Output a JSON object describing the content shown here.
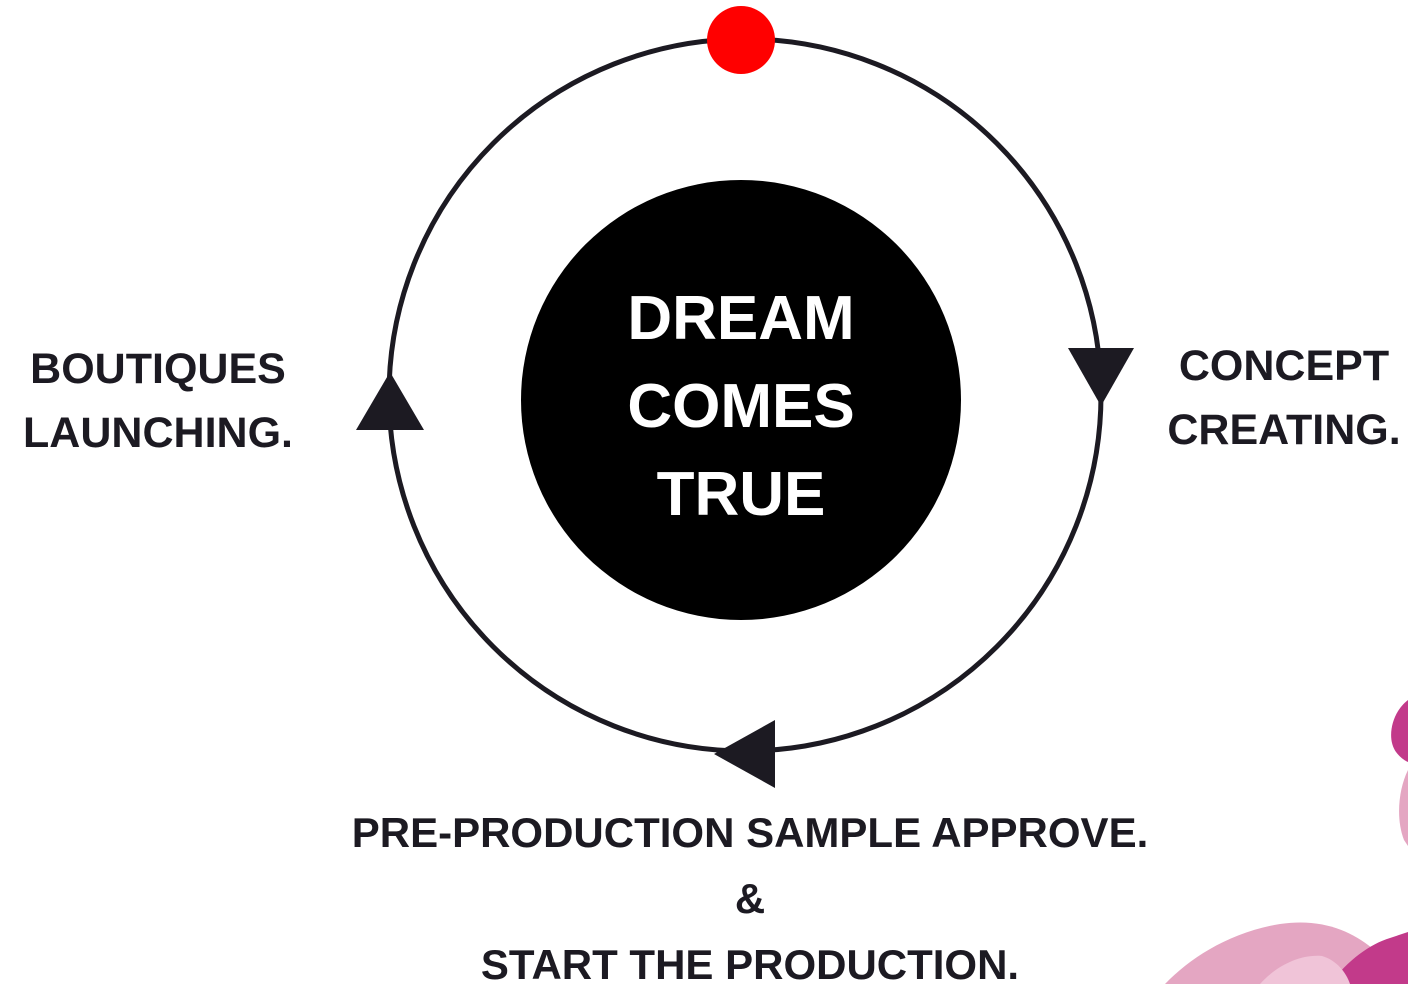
{
  "diagram": {
    "center": {
      "lines": [
        "DREAM",
        "COMES",
        "TRUE"
      ]
    },
    "stages": {
      "left": {
        "lines": [
          "BOUTIQUES",
          "LAUNCHING."
        ]
      },
      "right": {
        "lines": [
          "CONCEPT",
          "CREATING."
        ]
      },
      "bottom": {
        "lines": [
          "PRE-PRODUCTION SAMPLE APPROVE.",
          "&",
          "START THE PRODUCTION."
        ]
      }
    },
    "colors": {
      "ring": "#1c1a22",
      "center_fill": "#000000",
      "start_dot": "#ff0000",
      "text_dark": "#1c1a22",
      "text_light": "#ffffff",
      "decor_pink": "#e4a6c2",
      "decor_magenta": "#c23a8a"
    },
    "flow_direction": "clockwise"
  }
}
